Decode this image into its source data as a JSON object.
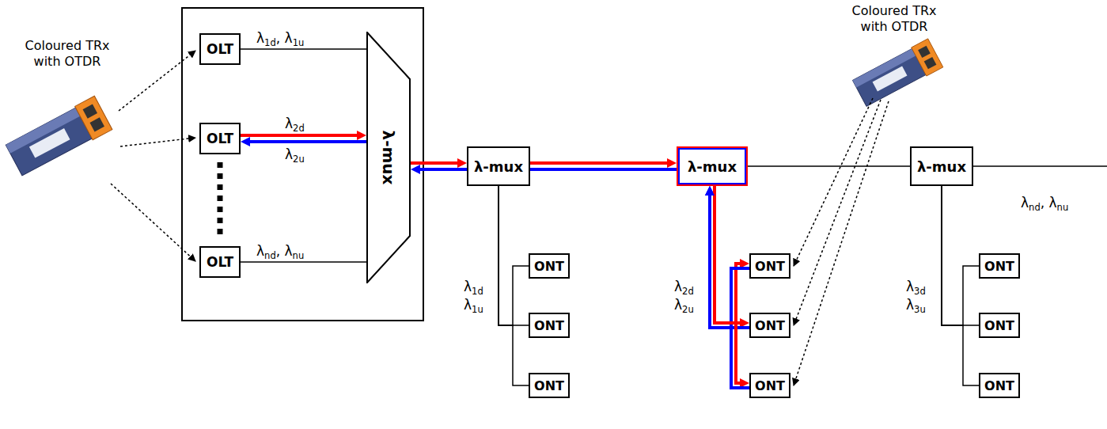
{
  "diagram": {
    "nodes": [
      {
        "text": [
          "OLT"
        ]
      },
      {
        "text": [
          "OLT"
        ]
      },
      {
        "text": [
          "OLT"
        ]
      },
      {
        "text": [
          "λ-mux"
        ]
      },
      {
        "text": [
          "λ-mux"
        ]
      },
      {
        "text": [
          "λ-mux"
        ]
      },
      {
        "text": [
          "λ-mux"
        ]
      },
      {
        "text": [
          "ONT"
        ]
      },
      {
        "text": [
          "ONT"
        ]
      },
      {
        "text": [
          "ONT"
        ]
      },
      {
        "text": [
          "ONT"
        ]
      },
      {
        "text": [
          "ONT"
        ]
      },
      {
        "text": [
          "ONT"
        ]
      },
      {
        "text": [
          "ONT"
        ]
      },
      {
        "text": [
          "ONT"
        ]
      },
      {
        "text": [
          "ONT"
        ]
      }
    ],
    "edges": [
      {
        "from": 0,
        "to": 3,
        "arrow": "none",
        "label": "λ1d, λ1u"
      },
      {
        "from": 1,
        "to": 3,
        "arrow": "both"
      },
      {
        "from": 2,
        "to": 3,
        "arrow": "none",
        "label": "λnd, λnu"
      },
      {
        "from": 3,
        "to": 4,
        "arrow": "both"
      },
      {
        "from": 4,
        "to": 5,
        "arrow": "to"
      },
      {
        "from": 5,
        "to": 6,
        "arrow": "none"
      },
      {
        "from": 4,
        "to": 7,
        "arrow": "none"
      },
      {
        "from": 4,
        "to": 8,
        "arrow": "none"
      },
      {
        "from": 4,
        "to": 9,
        "arrow": "none"
      },
      {
        "from": 5,
        "to": 10,
        "arrow": "both"
      },
      {
        "from": 5,
        "to": 11,
        "arrow": "both"
      },
      {
        "from": 5,
        "to": 12,
        "arrow": "both"
      },
      {
        "from": 6,
        "to": 13,
        "arrow": "none"
      },
      {
        "from": 6,
        "to": 14,
        "arrow": "none"
      },
      {
        "from": 6,
        "to": 15,
        "arrow": "none"
      }
    ],
    "labels": [
      "Coloured TRx with OTDR",
      "λ2d",
      "λ2u",
      "Coloured TRx with OTDR",
      "λnd, λnu",
      "λ1d",
      "λ1u",
      "λ2d",
      "λ2u",
      "λ3d",
      "λ3u"
    ]
  }
}
